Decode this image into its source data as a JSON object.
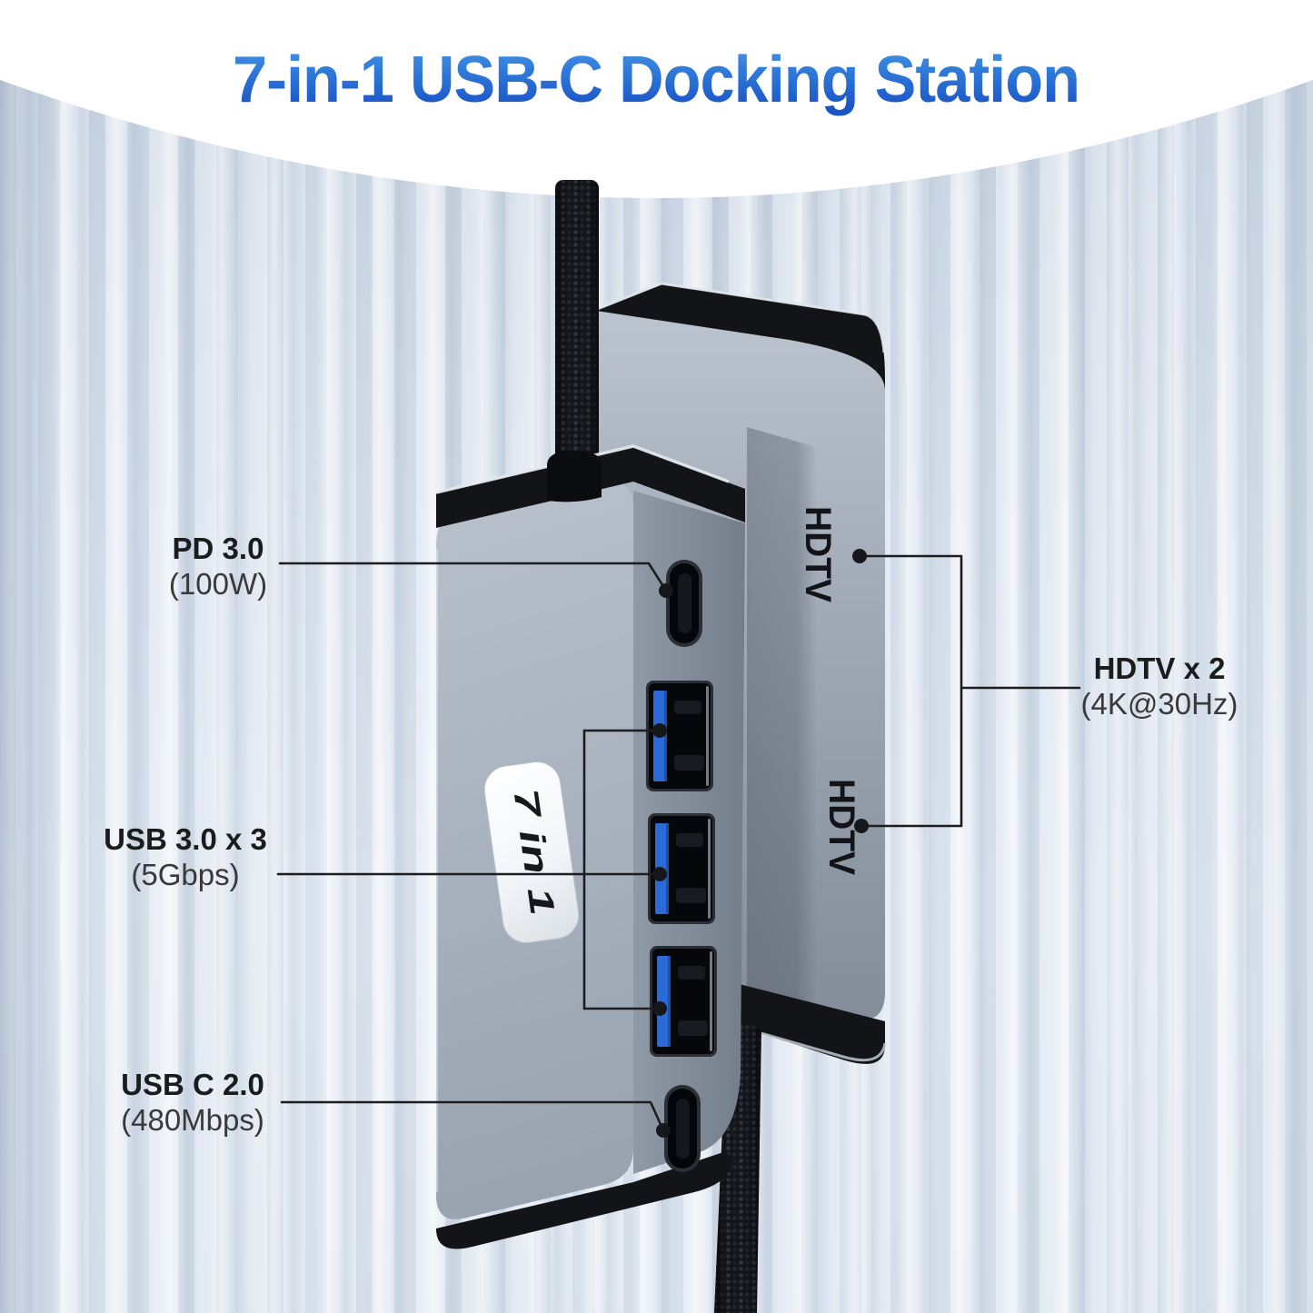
{
  "title": "7-in-1 USB-C Docking Station",
  "device": {
    "badge_label": "7 in 1",
    "hdtv_label_top": "HDTV",
    "hdtv_label_bottom": "HDTV"
  },
  "callouts": {
    "pd": {
      "name": "PD 3.0",
      "spec": "(100W)"
    },
    "usb3": {
      "name": "USB 3.0 x 3",
      "spec": "(5Gbps)"
    },
    "usbc": {
      "name": "USB C 2.0",
      "spec": "(480Mbps)"
    },
    "hdtv": {
      "name": "HDTV x 2",
      "spec": "(4K@30Hz)"
    }
  },
  "colors": {
    "title_gradient_top": "#4d9de7",
    "title_gradient_bottom": "#1a53c6",
    "callout_line": "#1d1d1f",
    "usb_tongue_blue": "#2b6bd8"
  }
}
